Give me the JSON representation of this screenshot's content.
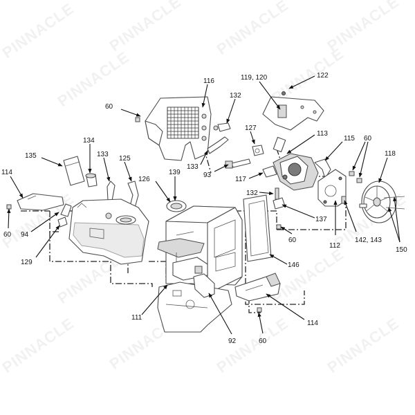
{
  "watermark_text": "PINNACLE",
  "callouts": [
    {
      "id": "c60a",
      "text": "60"
    },
    {
      "id": "c116",
      "text": "116"
    },
    {
      "id": "c132a",
      "text": "132"
    },
    {
      "id": "c119",
      "text": "119, 120"
    },
    {
      "id": "c122",
      "text": "122"
    },
    {
      "id": "c127",
      "text": "127"
    },
    {
      "id": "c113",
      "text": "113"
    },
    {
      "id": "c115",
      "text": "115"
    },
    {
      "id": "c60b",
      "text": "60"
    },
    {
      "id": "c118",
      "text": "118"
    },
    {
      "id": "c134",
      "text": "134"
    },
    {
      "id": "c135",
      "text": "135"
    },
    {
      "id": "c133a",
      "text": "133"
    },
    {
      "id": "c125",
      "text": "125"
    },
    {
      "id": "c126",
      "text": "126"
    },
    {
      "id": "c139",
      "text": "139"
    },
    {
      "id": "c133b",
      "text": "133"
    },
    {
      "id": "c93",
      "text": "93"
    },
    {
      "id": "c117",
      "text": "117"
    },
    {
      "id": "c114a",
      "text": "114"
    },
    {
      "id": "c60c",
      "text": "60"
    },
    {
      "id": "c94",
      "text": "94"
    },
    {
      "id": "c129",
      "text": "129"
    },
    {
      "id": "c132b",
      "text": "132"
    },
    {
      "id": "c137",
      "text": "137"
    },
    {
      "id": "c60d",
      "text": "60"
    },
    {
      "id": "c112",
      "text": "112"
    },
    {
      "id": "c142",
      "text": "142, 143"
    },
    {
      "id": "c150",
      "text": "150"
    },
    {
      "id": "c146",
      "text": "146"
    },
    {
      "id": "c111",
      "text": "111"
    },
    {
      "id": "c92",
      "text": "92"
    },
    {
      "id": "c114b",
      "text": "114"
    },
    {
      "id": "c60e",
      "text": "60"
    }
  ]
}
